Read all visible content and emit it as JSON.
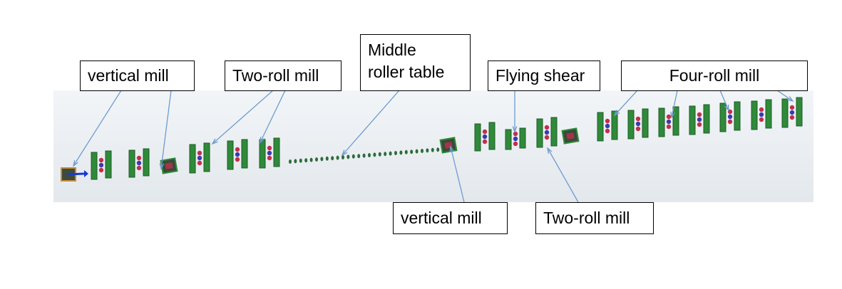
{
  "labels": {
    "vertical_mill_1": "vertical mill",
    "two_roll_mill_1": "Two-roll mill",
    "middle_roller_table": "Middle\nroller table",
    "flying_shear": "Flying shear",
    "four_roll_mill": "Four-roll mill",
    "vertical_mill_2": "vertical mill",
    "two_roll_mill_2": "Two-roll mill"
  },
  "colors": {
    "background_band": "#e8edf1",
    "stand_green": "#2f8a3a",
    "stand_dark": "#1f5a27",
    "roll_red": "#c0304a",
    "roll_blue": "#3a3ab0",
    "leader_line": "#6f9bd0",
    "roller_dot": "#2f6a3a"
  }
}
